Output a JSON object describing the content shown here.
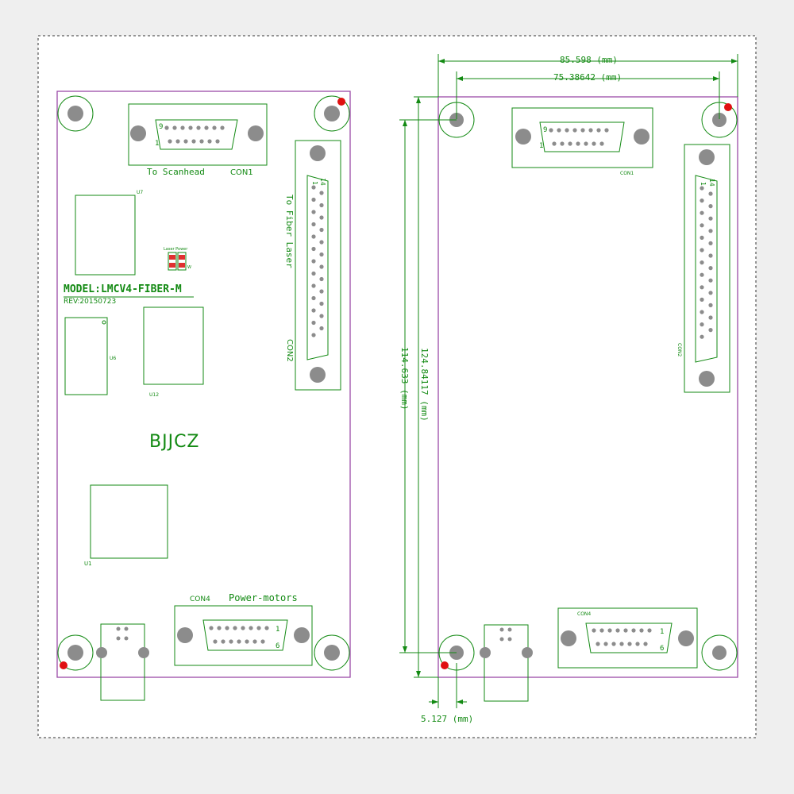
{
  "colors": {
    "background": "#efefef",
    "panel": "#ffffff",
    "trace_green": "#138a13",
    "board_outline": "#9b4aa8",
    "hole_grey": "#8c8c8c",
    "marker_red": "#e01010",
    "led_red": "#e03030"
  },
  "left_board": {
    "con1_label": "CON1",
    "con1_caption": "To Scanhead",
    "con1_pin_first": "1",
    "con1_pin_last": "9",
    "con2_label": "CON2",
    "con2_caption": "To Fiber Laser",
    "con2_pin_first": "1",
    "con2_pin_last": "14",
    "con4_label": "CON4",
    "con4_caption": "Power-motors",
    "con4_pin_first": "1",
    "con4_pin_last": "6",
    "u7_label": "U7",
    "u6_label": "U6",
    "u12_label": "U12",
    "u1_label": "U1",
    "led_labels": "Laser Power",
    "led_w": "W",
    "model": "MODEL:LMCV4-FIBER-M",
    "revision": "REV:20150723",
    "brand": "BJJCZ"
  },
  "right_board": {
    "con1_label": "CON1",
    "con2_label": "CON2",
    "con4_label": "CON4",
    "con1_pin_first": "1",
    "con1_pin_last": "9",
    "con2_pin_first": "1",
    "con2_pin_last": "14",
    "con4_pin_first": "1",
    "con4_pin_last": "6",
    "dim_width_outer": "85.598 (mm)",
    "dim_width_holes": "75.38642 (mm)",
    "dim_height_holes": "114.633 (mm)",
    "dim_height_outer": "124.84117 (mm)",
    "dim_offset": "5.127 (mm)"
  }
}
